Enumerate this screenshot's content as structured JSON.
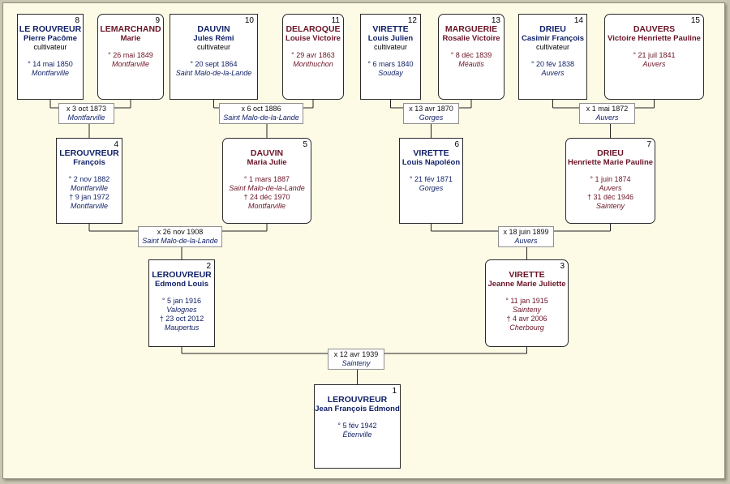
{
  "persons": [
    {
      "num": "1",
      "sur": "LEROUVREUR",
      "given": "Jean François Edmond",
      "occ": "",
      "birth": "° 5 fév 1942",
      "bplace": "Étienville",
      "death": "",
      "dplace": ""
    },
    {
      "num": "2",
      "sur": "LEROUVREUR",
      "given": "Edmond Louis",
      "occ": "",
      "birth": "° 5 jan 1916",
      "bplace": "Valognes",
      "death": "† 23 oct 2012",
      "dplace": "Maupertus"
    },
    {
      "num": "3",
      "sur": "VIRETTE",
      "given": "Jeanne Marie Juliette",
      "occ": "",
      "birth": "° 11 jan 1915",
      "bplace": "Sainteny",
      "death": "† 4 avr 2006",
      "dplace": "Cherbourg"
    },
    {
      "num": "4",
      "sur": "LEROUVREUR",
      "given": "François",
      "occ": "",
      "birth": "° 2 nov 1882",
      "bplace": "Montfarville",
      "death": "† 9 jan 1972",
      "dplace": "Montfarville"
    },
    {
      "num": "5",
      "sur": "DAUVIN",
      "given": "Maria Julie",
      "occ": "",
      "birth": "° 1 mars 1887",
      "bplace": "Saint Malo-de-la-Lande",
      "death": "† 24 déc 1970",
      "dplace": "Montfarville"
    },
    {
      "num": "6",
      "sur": "VIRETTE",
      "given": "Louis Napoléon",
      "occ": "",
      "birth": "° 21 fév 1871",
      "bplace": "Gorges",
      "death": "",
      "dplace": ""
    },
    {
      "num": "7",
      "sur": "DRIEU",
      "given": "Henriette Marie Pauline",
      "occ": "",
      "birth": "° 1 juin 1874",
      "bplace": "Auvers",
      "death": "† 31 déc 1946",
      "dplace": "Sainteny"
    },
    {
      "num": "8",
      "sur": "LE ROUVREUR",
      "given": "Pierre Pacôme",
      "occ": "cultivateur",
      "birth": "° 14 mai 1850",
      "bplace": "Montfarville",
      "death": "",
      "dplace": ""
    },
    {
      "num": "9",
      "sur": "LEMARCHAND",
      "given": "Marie",
      "occ": "",
      "birth": "° 26 mai 1849",
      "bplace": "Montfarville",
      "death": "",
      "dplace": ""
    },
    {
      "num": "10",
      "sur": "DAUVIN",
      "given": "Jules Rémi",
      "occ": "cultivateur",
      "birth": "° 20 sept 1864",
      "bplace": "Saint Malo-de-la-Lande",
      "death": "",
      "dplace": ""
    },
    {
      "num": "11",
      "sur": "DELAROQUE",
      "given": "Louise Victoire",
      "occ": "",
      "birth": "° 29 avr 1863",
      "bplace": "Monthuchon",
      "death": "",
      "dplace": ""
    },
    {
      "num": "12",
      "sur": "VIRETTE",
      "given": "Louis Julien",
      "occ": "cultivateur",
      "birth": "° 6 mars 1840",
      "bplace": "Souday",
      "death": "",
      "dplace": ""
    },
    {
      "num": "13",
      "sur": "MARGUERIE",
      "given": "Rosalie Victoire",
      "occ": "",
      "birth": "° 8 déc 1839",
      "bplace": "Méautis",
      "death": "",
      "dplace": ""
    },
    {
      "num": "14",
      "sur": "DRIEU",
      "given": "Casimir François",
      "occ": "cultivateur",
      "birth": "° 20 fév 1838",
      "bplace": "Auvers",
      "death": "",
      "dplace": ""
    },
    {
      "num": "15",
      "sur": "DAUVERS",
      "given": "Victoire Henriette Pauline",
      "occ": "",
      "birth": "° 21 juil 1841",
      "bplace": "Auvers",
      "death": "",
      "dplace": ""
    }
  ],
  "marriages": [
    {
      "date": "x 3 oct 1873",
      "place": "Montfarville"
    },
    {
      "date": "x 6 oct 1886",
      "place": "Saint Malo-de-la-Lande"
    },
    {
      "date": "x 13 avr 1870",
      "place": "Gorges"
    },
    {
      "date": "x 1 mai 1872",
      "place": "Auvers"
    },
    {
      "date": "x 26 nov 1908",
      "place": "Saint Malo-de-la-Lande"
    },
    {
      "date": "x 18 juin 1899",
      "place": "Auvers"
    },
    {
      "date": "x 12 avr 1939",
      "place": "Sainteny"
    }
  ]
}
